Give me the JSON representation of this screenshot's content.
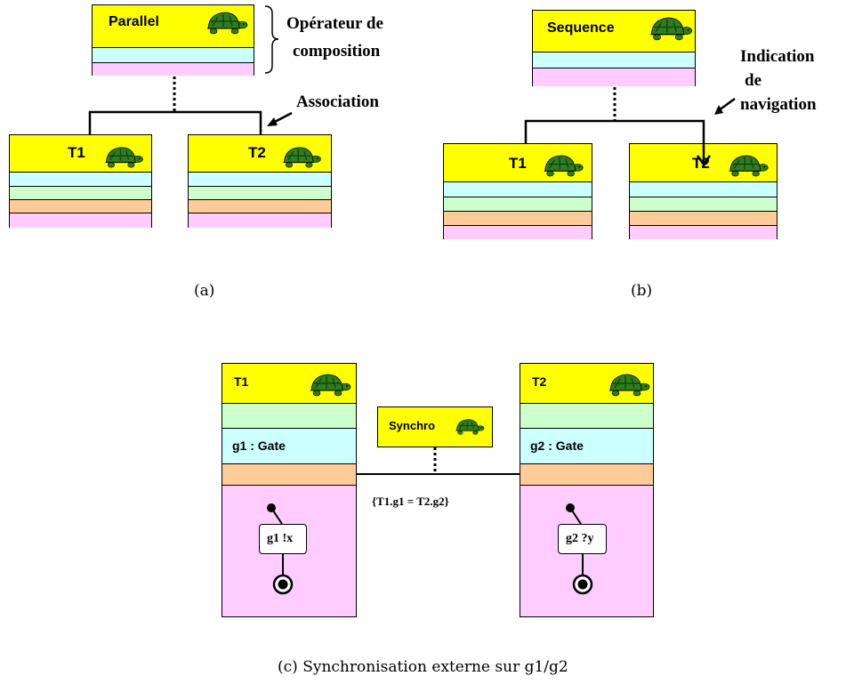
{
  "diagram_a": {
    "parent_label": "Parallel",
    "child1_label": "T1",
    "child2_label": "T2",
    "brace_annotation_line1": "Opérateur de",
    "brace_annotation_line2": "composition",
    "association_label": "Association",
    "caption": "(a)"
  },
  "diagram_b": {
    "parent_label": "Sequence",
    "child1_label": "T1",
    "child2_label": "T2",
    "navigation_line1": "Indication",
    "navigation_line2": "de",
    "navigation_line3": "navigation",
    "caption": "(b)"
  },
  "diagram_c": {
    "t1_label": "T1",
    "t1_gate": "g1 : Gate",
    "t1_action": "g1 !x",
    "t2_label": "T2",
    "t2_gate": "g2 : Gate",
    "t2_action": "g2 ?y",
    "synchro_label": "Synchro",
    "constraint": "{T1.g1 = T2.g2}",
    "caption": "(c) Synchronisation externe sur g1/g2"
  },
  "colors": {
    "header": "#ffff00",
    "cyan": "#ccffff",
    "pink": "#ffccff",
    "green": "#ccffcc",
    "orange": "#ffcc99",
    "turtle": "#2e7d1e"
  },
  "icons": [
    "turtle-icon",
    "initial-state-icon",
    "final-state-icon",
    "navigation-arrow-icon",
    "curly-brace-icon"
  ]
}
